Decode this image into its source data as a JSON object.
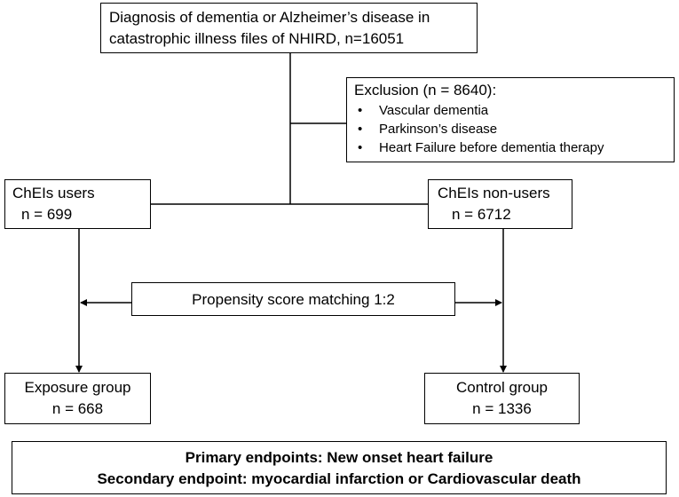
{
  "diagnosis": {
    "line1": "Diagnosis of dementia or Alzheimer’s disease  in",
    "line2": "catastrophic illness files of NHIRD, n=16051"
  },
  "exclusion": {
    "title": "Exclusion (n = 8640):",
    "items": [
      "Vascular dementia",
      "Parkinson’s disease",
      "Heart Failure before dementia therapy"
    ]
  },
  "chei_users": {
    "label": "ChEIs users",
    "n": "n = 699"
  },
  "chei_nonusers": {
    "label": "ChEIs non-users",
    "n": "n = 6712"
  },
  "matching": {
    "label": "Propensity score matching 1:2"
  },
  "exposure_group": {
    "label": "Exposure group",
    "n": "n = 668"
  },
  "control_group": {
    "label": "Control group",
    "n": "n = 1336"
  },
  "endpoints": {
    "primary": "Primary endpoints: New onset heart failure",
    "secondary": "Secondary endpoint: myocardial infarction or Cardiovascular death"
  }
}
